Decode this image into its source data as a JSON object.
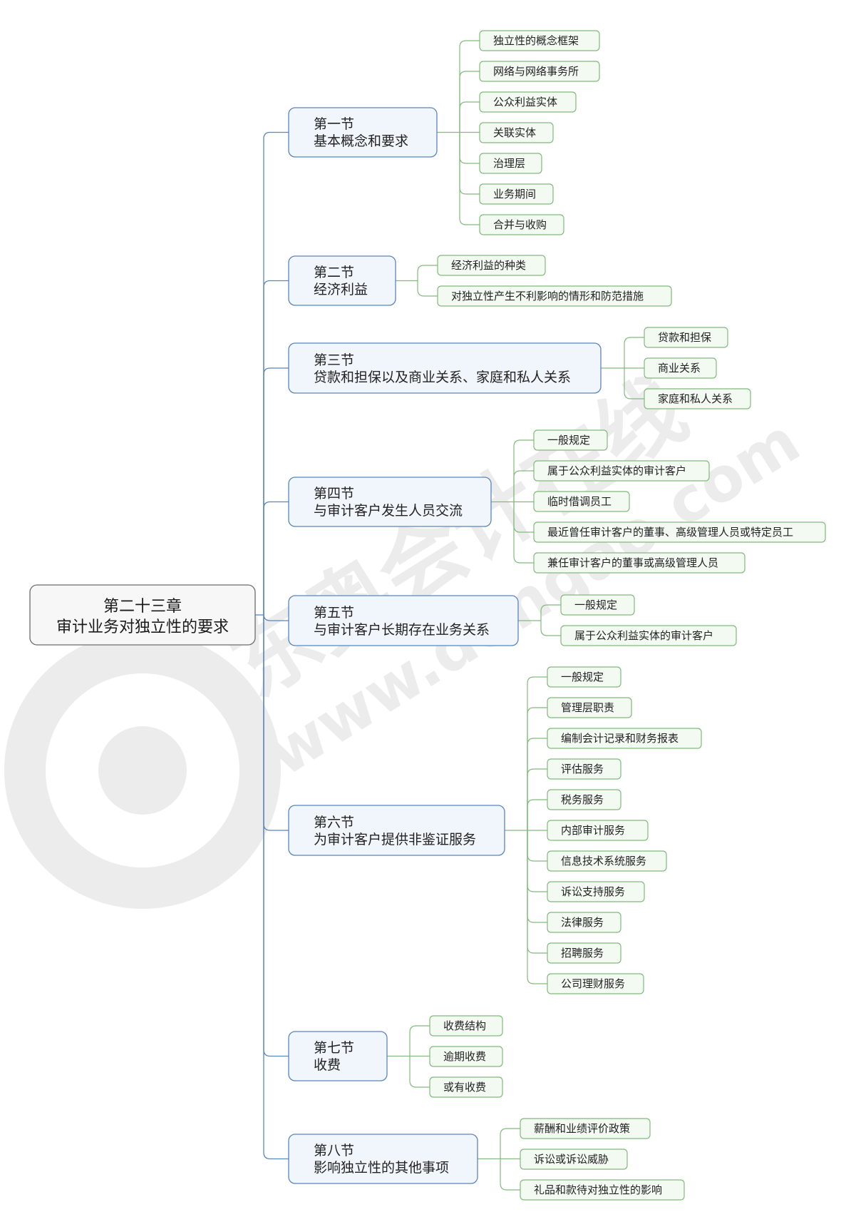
{
  "watermark": {
    "brand_text": "东奥会计在线",
    "url_text": "www.dongao.com",
    "color": "#e6e6e6"
  },
  "colors": {
    "section_border": "#5a85bd",
    "section_fill": "#f1f6fc",
    "leaf_border": "#82b97c",
    "leaf_fill": "#f3faf2",
    "root_border": "#6b6b6b"
  },
  "root": {
    "line1": "第二十三章",
    "line2": "审计业务对独立性的要求"
  },
  "sections": [
    {
      "title": "第一节",
      "subtitle": "基本概念和要求",
      "items": [
        "独立性的概念框架",
        "网络与网络事务所",
        "公众利益实体",
        "关联实体",
        "治理层",
        "业务期间",
        "合并与收购"
      ]
    },
    {
      "title": "第二节",
      "subtitle": "经济利益",
      "items": [
        "经济利益的种类",
        "对独立性产生不利影响的情形和防范措施"
      ]
    },
    {
      "title": "第三节",
      "subtitle": "贷款和担保以及商业关系、家庭和私人关系",
      "items": [
        "贷款和担保",
        "商业关系",
        "家庭和私人关系"
      ]
    },
    {
      "title": "第四节",
      "subtitle": "与审计客户发生人员交流",
      "items": [
        "一般规定",
        "属于公众利益实体的审计客户",
        "临时借调员工",
        "最近曾任审计客户的董事、高级管理人员或特定员工",
        "兼任审计客户的董事或高级管理人员"
      ]
    },
    {
      "title": "第五节",
      "subtitle": "与审计客户长期存在业务关系",
      "items": [
        "一般规定",
        "属于公众利益实体的审计客户"
      ]
    },
    {
      "title": "第六节",
      "subtitle": "为审计客户提供非鉴证服务",
      "items": [
        "一般规定",
        "管理层职责",
        "编制会计记录和财务报表",
        "评估服务",
        "税务服务",
        "内部审计服务",
        "信息技术系统服务",
        "诉讼支持服务",
        "法律服务",
        "招聘服务",
        "公司理财服务"
      ]
    },
    {
      "title": "第七节",
      "subtitle": "收费",
      "items": [
        "收费结构",
        "逾期收费",
        "或有收费"
      ]
    },
    {
      "title": "第八节",
      "subtitle": "影响独立性的其他事项",
      "items": [
        "薪酬和业绩评价政策",
        "诉讼或诉讼威胁",
        "礼品和款待对独立性的影响"
      ]
    }
  ]
}
